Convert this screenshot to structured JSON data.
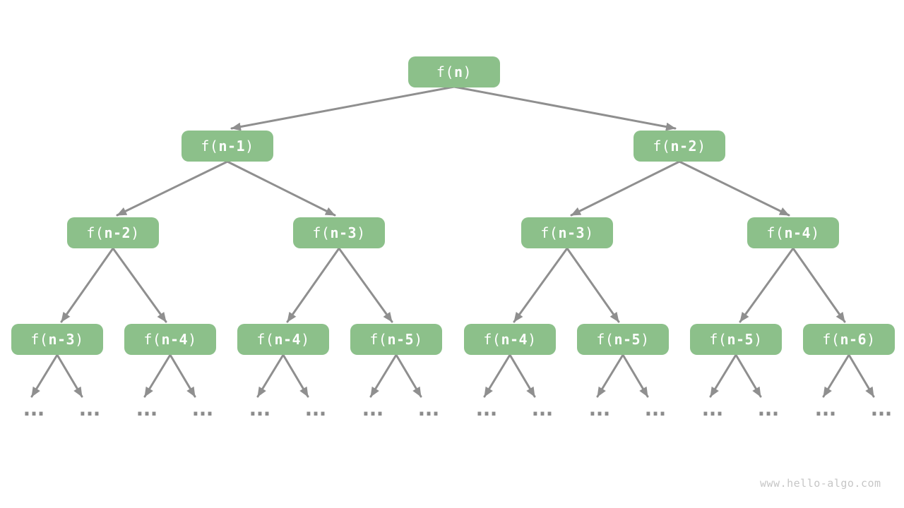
{
  "page": {
    "background": "#FFFFFF",
    "footer": "www.hello-algo.com"
  },
  "colors": {
    "node_fill": "#8CC08A",
    "node_text": "#FFFFFF",
    "edge_gray": "#8F8F8F",
    "ellipsis_gray": "#8C8C8C",
    "footer_gray": "#C6C6C6"
  },
  "tree": {
    "description": "recursion-call-tree",
    "ellipsis": "...",
    "nodes": [
      {
        "level": 1,
        "prefix": "f(",
        "var": "n",
        "suffix": ")"
      },
      {
        "level": 2,
        "prefix": "f(",
        "var": "n-1",
        "suffix": ")"
      },
      {
        "level": 2,
        "prefix": "f(",
        "var": "n-2",
        "suffix": ")"
      },
      {
        "level": 3,
        "prefix": "f(",
        "var": "n-2",
        "suffix": ")"
      },
      {
        "level": 3,
        "prefix": "f(",
        "var": "n-3",
        "suffix": ")"
      },
      {
        "level": 3,
        "prefix": "f(",
        "var": "n-3",
        "suffix": ")"
      },
      {
        "level": 3,
        "prefix": "f(",
        "var": "n-4",
        "suffix": ")"
      },
      {
        "level": 4,
        "prefix": "f(",
        "var": "n-3",
        "suffix": ")"
      },
      {
        "level": 4,
        "prefix": "f(",
        "var": "n-4",
        "suffix": ")"
      },
      {
        "level": 4,
        "prefix": "f(",
        "var": "n-4",
        "suffix": ")"
      },
      {
        "level": 4,
        "prefix": "f(",
        "var": "n-5",
        "suffix": ")"
      },
      {
        "level": 4,
        "prefix": "f(",
        "var": "n-4",
        "suffix": ")"
      },
      {
        "level": 4,
        "prefix": "f(",
        "var": "n-5",
        "suffix": ")"
      },
      {
        "level": 4,
        "prefix": "f(",
        "var": "n-5",
        "suffix": ")"
      },
      {
        "level": 4,
        "prefix": "f(",
        "var": "n-6",
        "suffix": ")"
      }
    ]
  }
}
